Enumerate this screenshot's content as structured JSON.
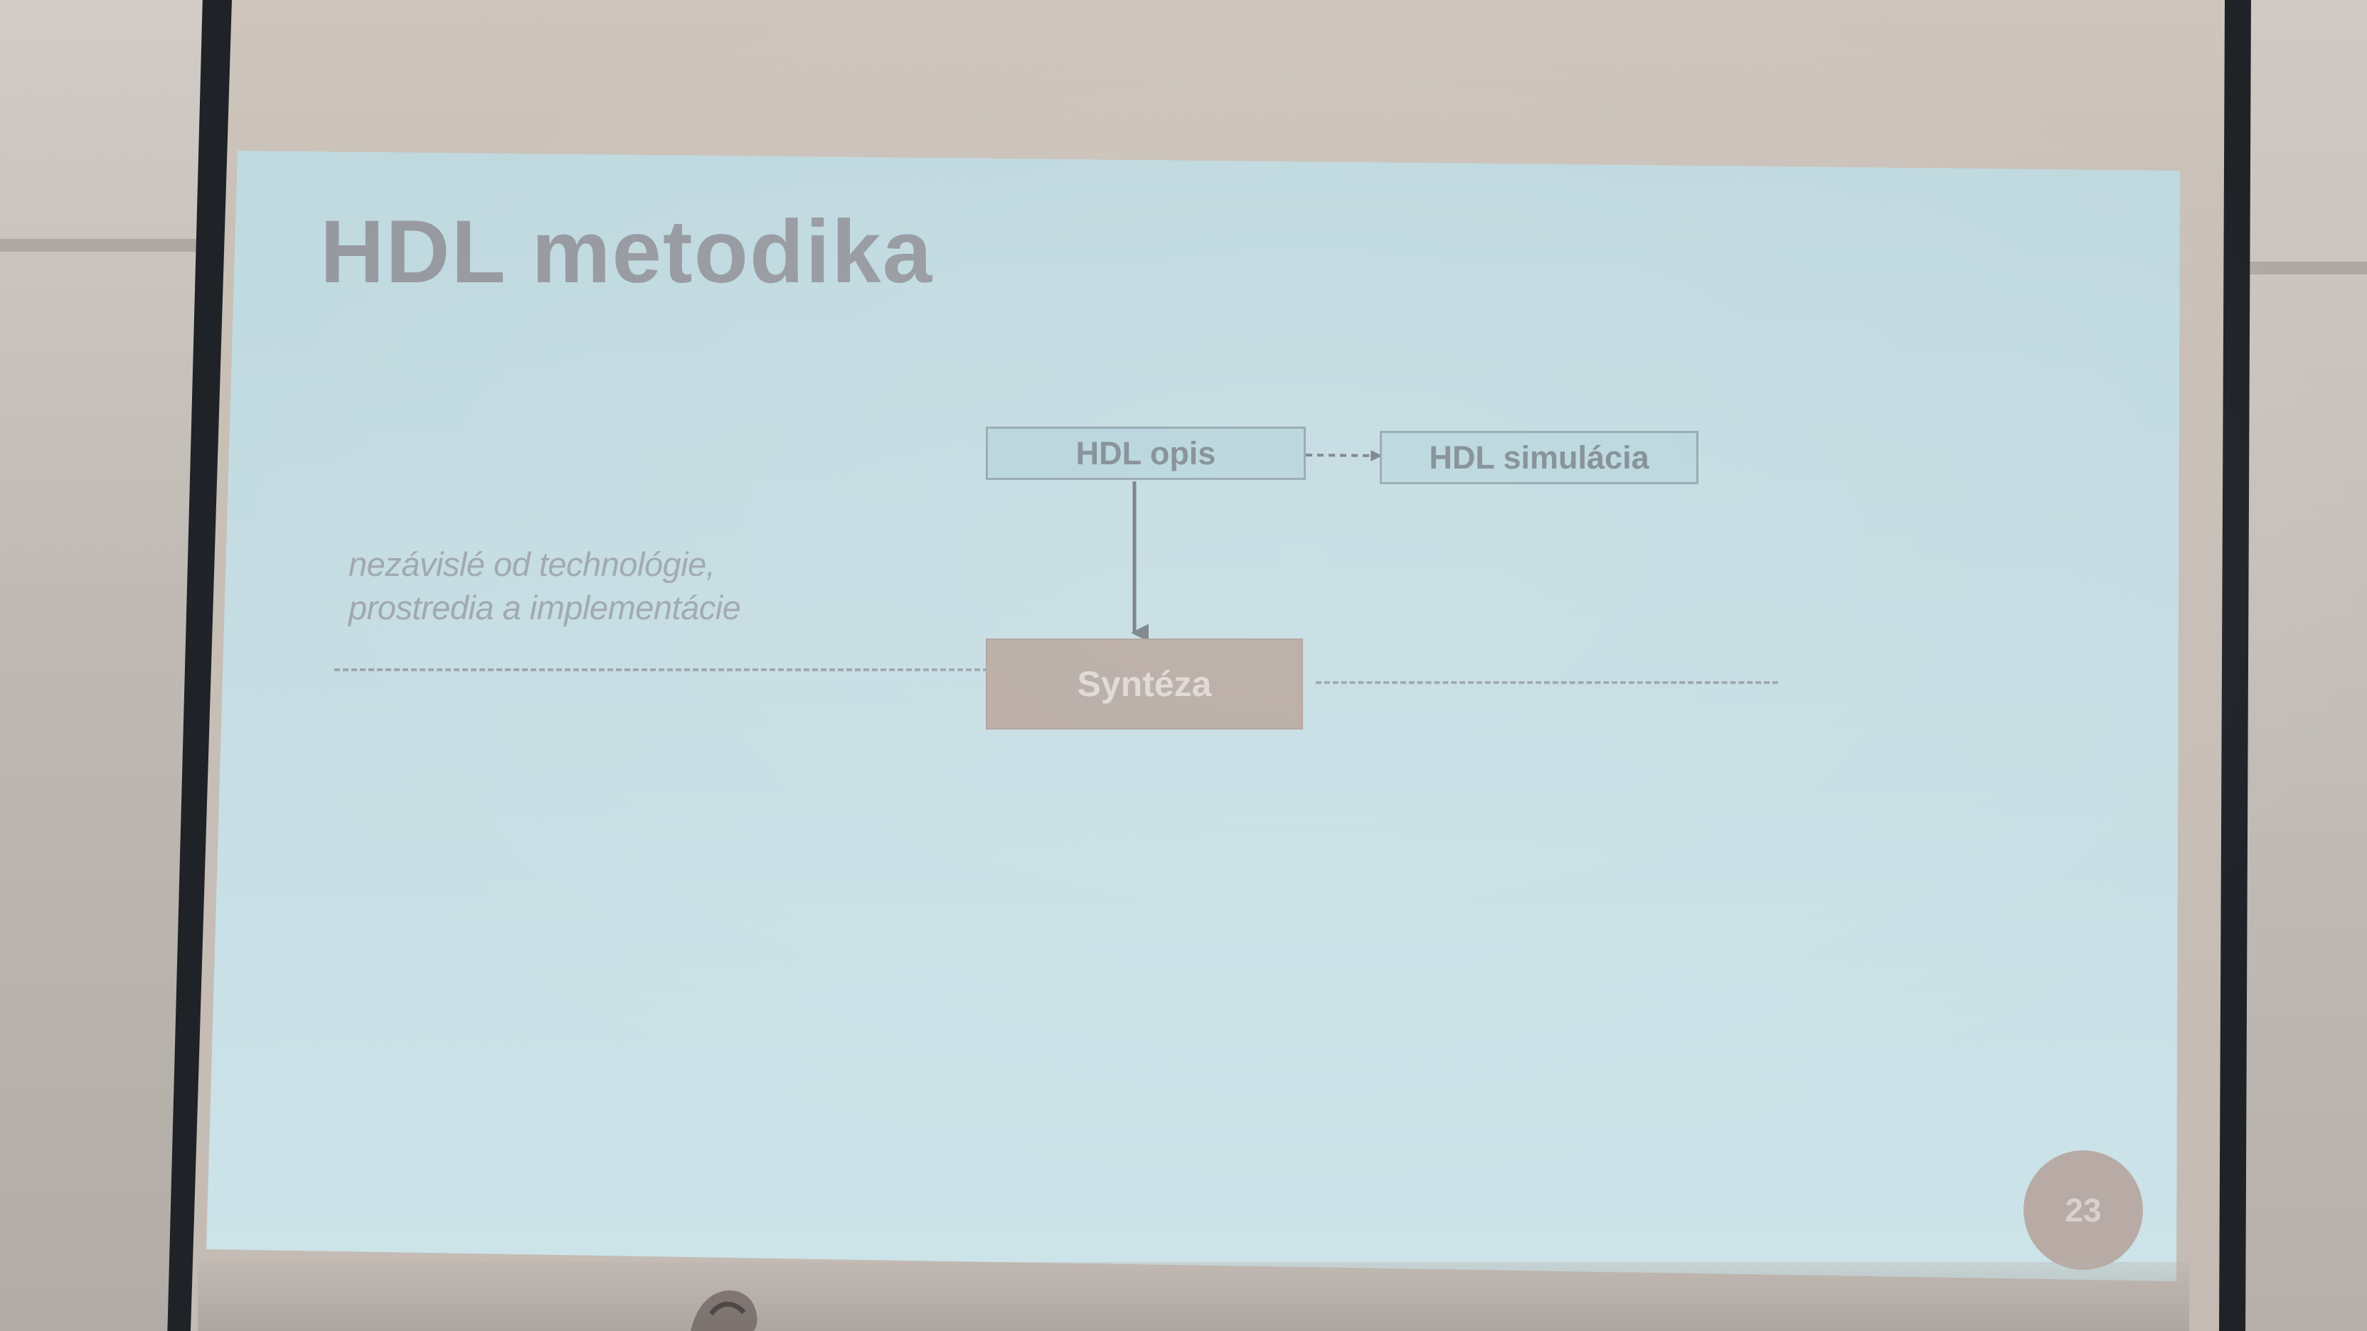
{
  "slide": {
    "title": "HDL metodika",
    "note_lines": [
      "nezávislé od technológie,",
      "prostredia a implementácie"
    ],
    "diagram": {
      "hdl_description": "HDL opis",
      "hdl_simulation": "HDL simulácia",
      "synthesis": "Syntéza"
    },
    "page_number": "23"
  },
  "colors": {
    "slide_background": "#c3dde4",
    "title_text": "#969aa0",
    "synthesis_box": "#b7aaa3",
    "page_badge": "#b8aba5",
    "screen_frame": "#1f2227"
  }
}
